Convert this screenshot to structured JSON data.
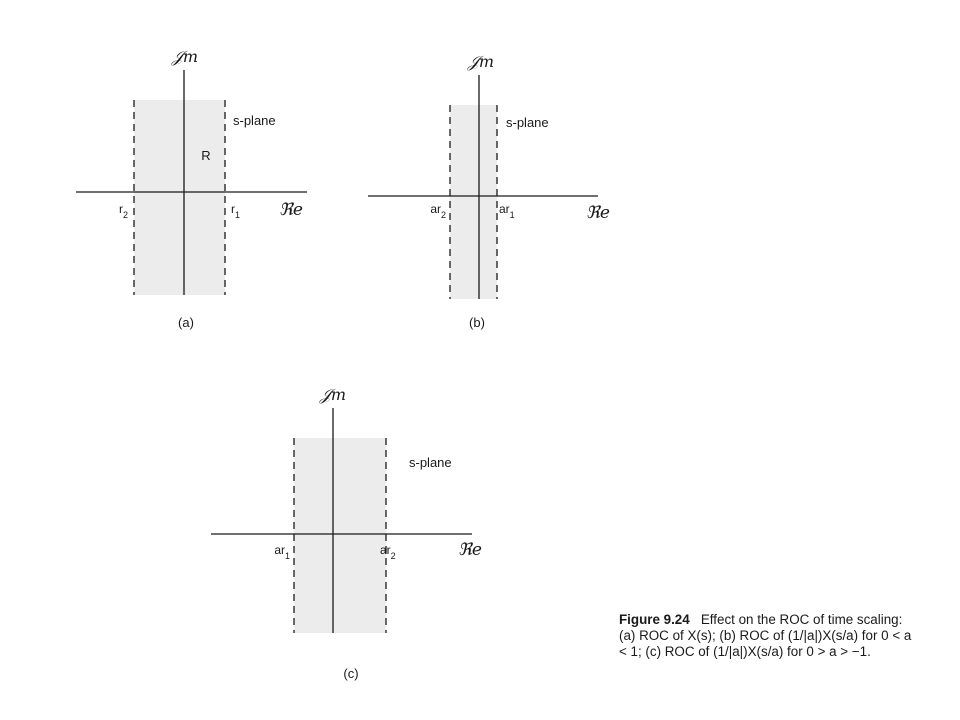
{
  "panels": [
    {
      "id": "a",
      "panel_label": "(a)",
      "im_label": "𝒥m",
      "re_label": "ℜe",
      "plane_label": "s-plane",
      "region_label": "R",
      "left_boundary": {
        "main": "r",
        "sub": "2"
      },
      "right_boundary": {
        "main": "r",
        "sub": "1"
      }
    },
    {
      "id": "b",
      "panel_label": "(b)",
      "im_label": "𝒥m",
      "re_label": "ℜe",
      "plane_label": "s-plane",
      "region_label": "",
      "left_boundary": {
        "main": "ar",
        "sub": "2"
      },
      "right_boundary": {
        "main": "ar",
        "sub": "1"
      }
    },
    {
      "id": "c",
      "panel_label": "(c)",
      "im_label": "𝒥m",
      "re_label": "ℜe",
      "plane_label": "s-plane",
      "region_label": "",
      "left_boundary": {
        "main": "ar",
        "sub": "1"
      },
      "right_boundary": {
        "main": "ar",
        "sub": "2"
      }
    }
  ],
  "caption": {
    "figure_number": "Figure 9.24",
    "text": "Effect on the ROC of time scaling: (a) ROC of X(s); (b) ROC of (1/|a|)X(s/a) for 0 < a < 1; (c) ROC of (1/|a|)X(s/a) for 0 > a > −1."
  },
  "colors": {
    "shade": "#ececec",
    "ink": "#1a1a1a"
  }
}
